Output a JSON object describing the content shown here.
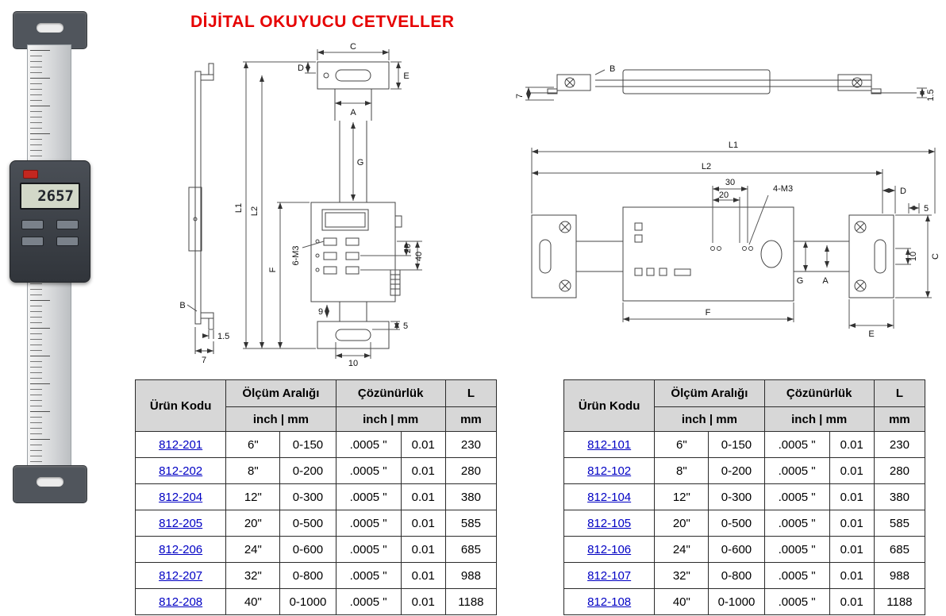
{
  "page": {
    "title": "DİJİTAL OKUYUCU CETVELLER"
  },
  "photo": {
    "display_value": "2657"
  },
  "colors": {
    "title_red": "#e60000",
    "link_blue": "#0000c4",
    "header_gray": "#d7d7d7"
  },
  "table_headers": {
    "product_code": "Ürün Kodu",
    "range": "Ölçüm Aralığı",
    "resolution": "Çözünürlük",
    "length": "L",
    "inch_mm": "inch | mm",
    "mm": "mm"
  },
  "tables": {
    "left": {
      "rows": [
        {
          "code": "812-201",
          "inch": "6\"",
          "mm": "0-150",
          "res_inch": ".0005 \"",
          "res_mm": "0.01",
          "len": "230"
        },
        {
          "code": "812-202",
          "inch": "8\"",
          "mm": "0-200",
          "res_inch": ".0005 \"",
          "res_mm": "0.01",
          "len": "280"
        },
        {
          "code": "812-204",
          "inch": "12\"",
          "mm": "0-300",
          "res_inch": ".0005 \"",
          "res_mm": "0.01",
          "len": "380"
        },
        {
          "code": "812-205",
          "inch": "20\"",
          "mm": "0-500",
          "res_inch": ".0005 \"",
          "res_mm": "0.01",
          "len": "585"
        },
        {
          "code": "812-206",
          "inch": "24\"",
          "mm": "0-600",
          "res_inch": ".0005 \"",
          "res_mm": "0.01",
          "len": "685"
        },
        {
          "code": "812-207",
          "inch": "32\"",
          "mm": "0-800",
          "res_inch": ".0005 \"",
          "res_mm": "0.01",
          "len": "988"
        },
        {
          "code": "812-208",
          "inch": "40\"",
          "mm": "0-1000",
          "res_inch": ".0005 \"",
          "res_mm": "0.01",
          "len": "1188"
        }
      ]
    },
    "right": {
      "rows": [
        {
          "code": "812-101",
          "inch": "6\"",
          "mm": "0-150",
          "res_inch": ".0005 \"",
          "res_mm": "0.01",
          "len": "230"
        },
        {
          "code": "812-102",
          "inch": "8\"",
          "mm": "0-200",
          "res_inch": ".0005 \"",
          "res_mm": "0.01",
          "len": "280"
        },
        {
          "code": "812-104",
          "inch": "12\"",
          "mm": "0-300",
          "res_inch": ".0005 \"",
          "res_mm": "0.01",
          "len": "380"
        },
        {
          "code": "812-105",
          "inch": "20\"",
          "mm": "0-500",
          "res_inch": ".0005 \"",
          "res_mm": "0.01",
          "len": "585"
        },
        {
          "code": "812-106",
          "inch": "24\"",
          "mm": "0-600",
          "res_inch": ".0005 \"",
          "res_mm": "0.01",
          "len": "685"
        },
        {
          "code": "812-107",
          "inch": "32\"",
          "mm": "0-800",
          "res_inch": ".0005 \"",
          "res_mm": "0.01",
          "len": "988"
        },
        {
          "code": "812-108",
          "inch": "40\"",
          "mm": "0-1000",
          "res_inch": ".0005 \"",
          "res_mm": "0.01",
          "len": "1188"
        }
      ]
    }
  },
  "drawings": {
    "vertical": {
      "labels": {
        "C": "C",
        "D": "D",
        "E": "E",
        "A": "A",
        "G": "G",
        "L1": "L1",
        "L2": "L2",
        "F": "F",
        "M": "6-M3",
        "n20": "20",
        "n40": "40",
        "n9": "9",
        "B": "B",
        "n15": "1.5",
        "n7": "7",
        "n5": "5",
        "n10": "10"
      }
    },
    "horizontal": {
      "labels": {
        "B": "B",
        "n7": "7",
        "n15": "1.5",
        "L1": "L1",
        "L2": "L2",
        "D": "D",
        "n5": "5",
        "n30": "30",
        "n20": "20",
        "M": "4-M3",
        "G": "G",
        "A": "A",
        "n10": "10",
        "C": "C",
        "F": "F",
        "E": "E"
      }
    }
  }
}
